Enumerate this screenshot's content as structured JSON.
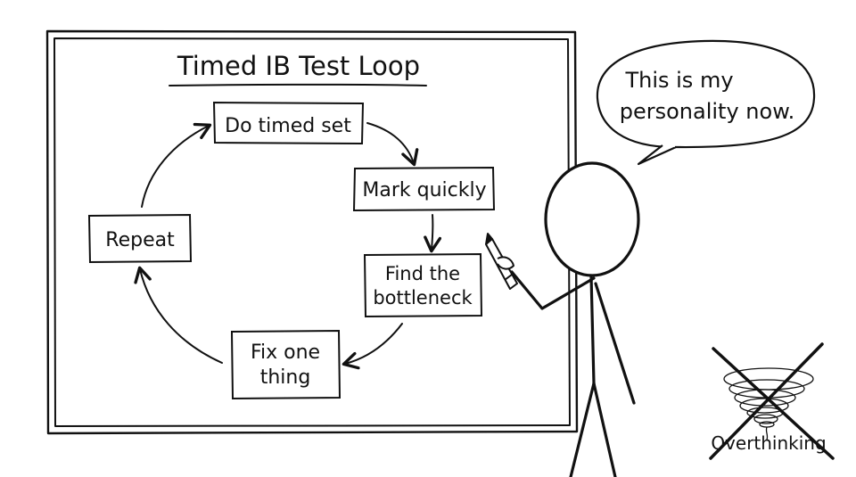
{
  "whiteboard": {
    "title": "Timed IB Test Loop",
    "steps": {
      "do_timed_set": "Do timed set",
      "mark_quickly": "Mark quickly",
      "find_bottleneck": [
        "Find the",
        "bottleneck"
      ],
      "fix_one_thing": [
        "Fix one",
        "thing"
      ],
      "repeat": "Repeat"
    }
  },
  "speech_bubble": {
    "lines": [
      "This is my",
      "personality now."
    ]
  },
  "crossed_out": {
    "label": "Overthinking"
  },
  "colors": {
    "ink": "#111111",
    "paper": "#ffffff"
  }
}
